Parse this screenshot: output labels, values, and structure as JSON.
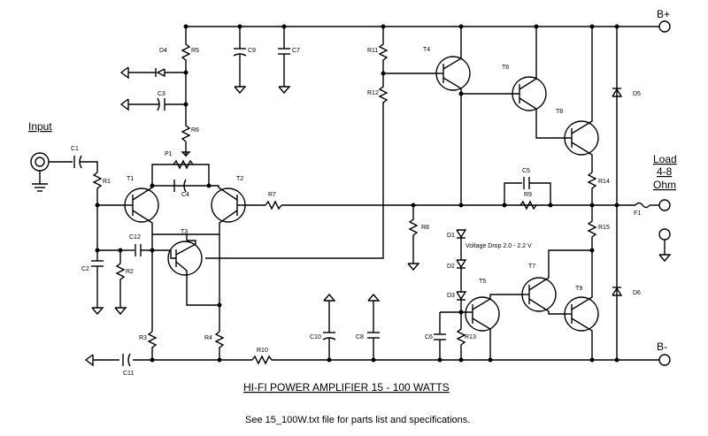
{
  "title": "HI-FI POWER AMPLIFIER 15 - 100 WATTS",
  "footer": "See 15_100W.txt file for parts list and specifications.",
  "terminals": {
    "input": "Input",
    "b_plus": "B+",
    "b_minus": "B-",
    "load_line1": "Load",
    "load_line2": "4-8",
    "load_line3": "Ohm"
  },
  "note": "Voltage Drop 2.0 - 2.2 V",
  "labels": {
    "D4": "D4",
    "R5": "R5",
    "C9": "C9",
    "C7": "C7",
    "R11": "R11",
    "T4": "T4",
    "C3": "C3",
    "R12": "R12",
    "T6": "T6",
    "T8": "T8",
    "R6": "R6",
    "P1": "P1",
    "C1": "C1",
    "R1": "R1",
    "T1": "T1",
    "C4": "C4",
    "T2": "T2",
    "R7": "R7",
    "C5": "C5",
    "R9": "R9",
    "R14": "R14",
    "D5": "D5",
    "F1": "F1",
    "R8": "R8",
    "D1": "D1",
    "R15": "R15",
    "C12": "C12",
    "T3": "T3",
    "C2": "C2",
    "R2": "R2",
    "D2": "D2",
    "T7": "T7",
    "D3": "D3",
    "T5": "T5",
    "T9": "T9",
    "D6": "D6",
    "R3": "R3",
    "R4": "R4",
    "C10": "C10",
    "C8": "C8",
    "C6": "C6",
    "R13": "R13",
    "R10": "R10",
    "C11": "C11"
  }
}
